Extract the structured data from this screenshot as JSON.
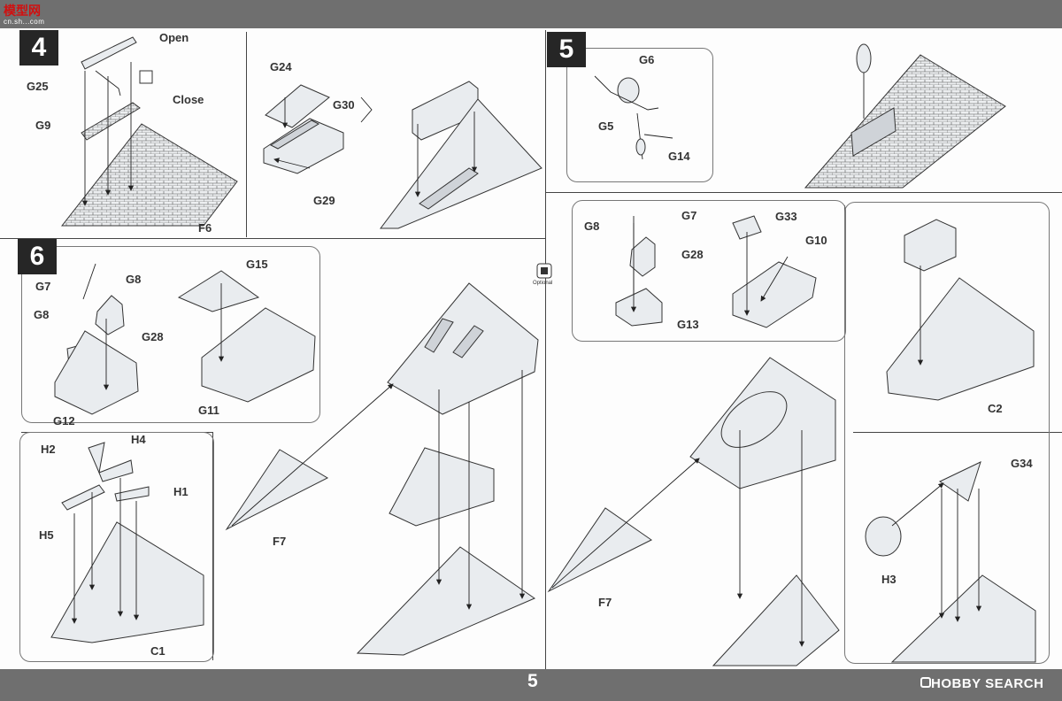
{
  "header": {
    "watermark_text": "模型网",
    "watermark_url": "cn.sh...com"
  },
  "footer": {
    "page_number": "5",
    "watermark": "HOBBY SEARCH"
  },
  "steps": [
    {
      "number": "4",
      "labels": {
        "open": "Open",
        "close": "Close",
        "g25": "G25",
        "g9": "G9",
        "f6": "F6",
        "g24": "G24",
        "g30": "G30",
        "g29": "G29"
      }
    },
    {
      "number": "5",
      "labels": {
        "g6": "G6",
        "g5": "G5",
        "g14": "G14",
        "g7": "G7",
        "g8": "G8",
        "g28": "G28",
        "g13": "G13",
        "g33": "G33",
        "g10": "G10",
        "f7": "F7",
        "c2": "C2",
        "g34": "G34",
        "h3": "H3"
      }
    },
    {
      "number": "6",
      "labels": {
        "g7": "G7",
        "g8a": "G8",
        "g8b": "G8",
        "g28": "G28",
        "g12": "G12",
        "g15": "G15",
        "g11": "G11",
        "h2": "H2",
        "h4": "H4",
        "h1": "H1",
        "h5": "H5",
        "c1": "C1",
        "f7": "F7"
      }
    }
  ],
  "optional": {
    "label": "Optional",
    "icon": "optional-icon"
  }
}
